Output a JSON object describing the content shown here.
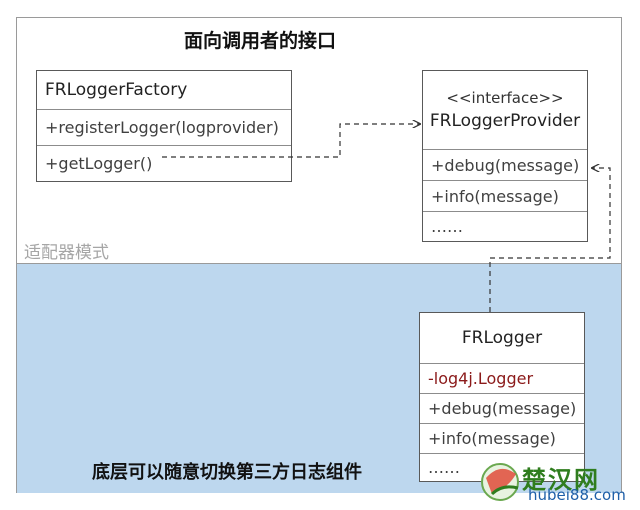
{
  "top_zone_title": "面向调用者的接口",
  "top_zone_label": "适配器模式",
  "bottom_zone_title": "底层可以随意切换第三方日志组件",
  "factory": {
    "name": "FRLoggerFactory",
    "members": [
      "+registerLogger(logprovider)",
      "+getLogger()"
    ]
  },
  "provider": {
    "stereotype": "<<interface>>",
    "name": "FRLoggerProvider",
    "members": [
      "+debug(message)",
      "+info(message)",
      "……"
    ]
  },
  "logger": {
    "name": "FRLogger",
    "field": "-log4j.Logger",
    "members": [
      "+debug(message)",
      "+info(message)",
      "……"
    ]
  },
  "watermark": {
    "name": "楚汉网",
    "url": "hubei88.com"
  },
  "colors": {
    "bottom_zone": "#bdd7ee",
    "private_field": "#8b1a1a",
    "border": "#595959"
  }
}
